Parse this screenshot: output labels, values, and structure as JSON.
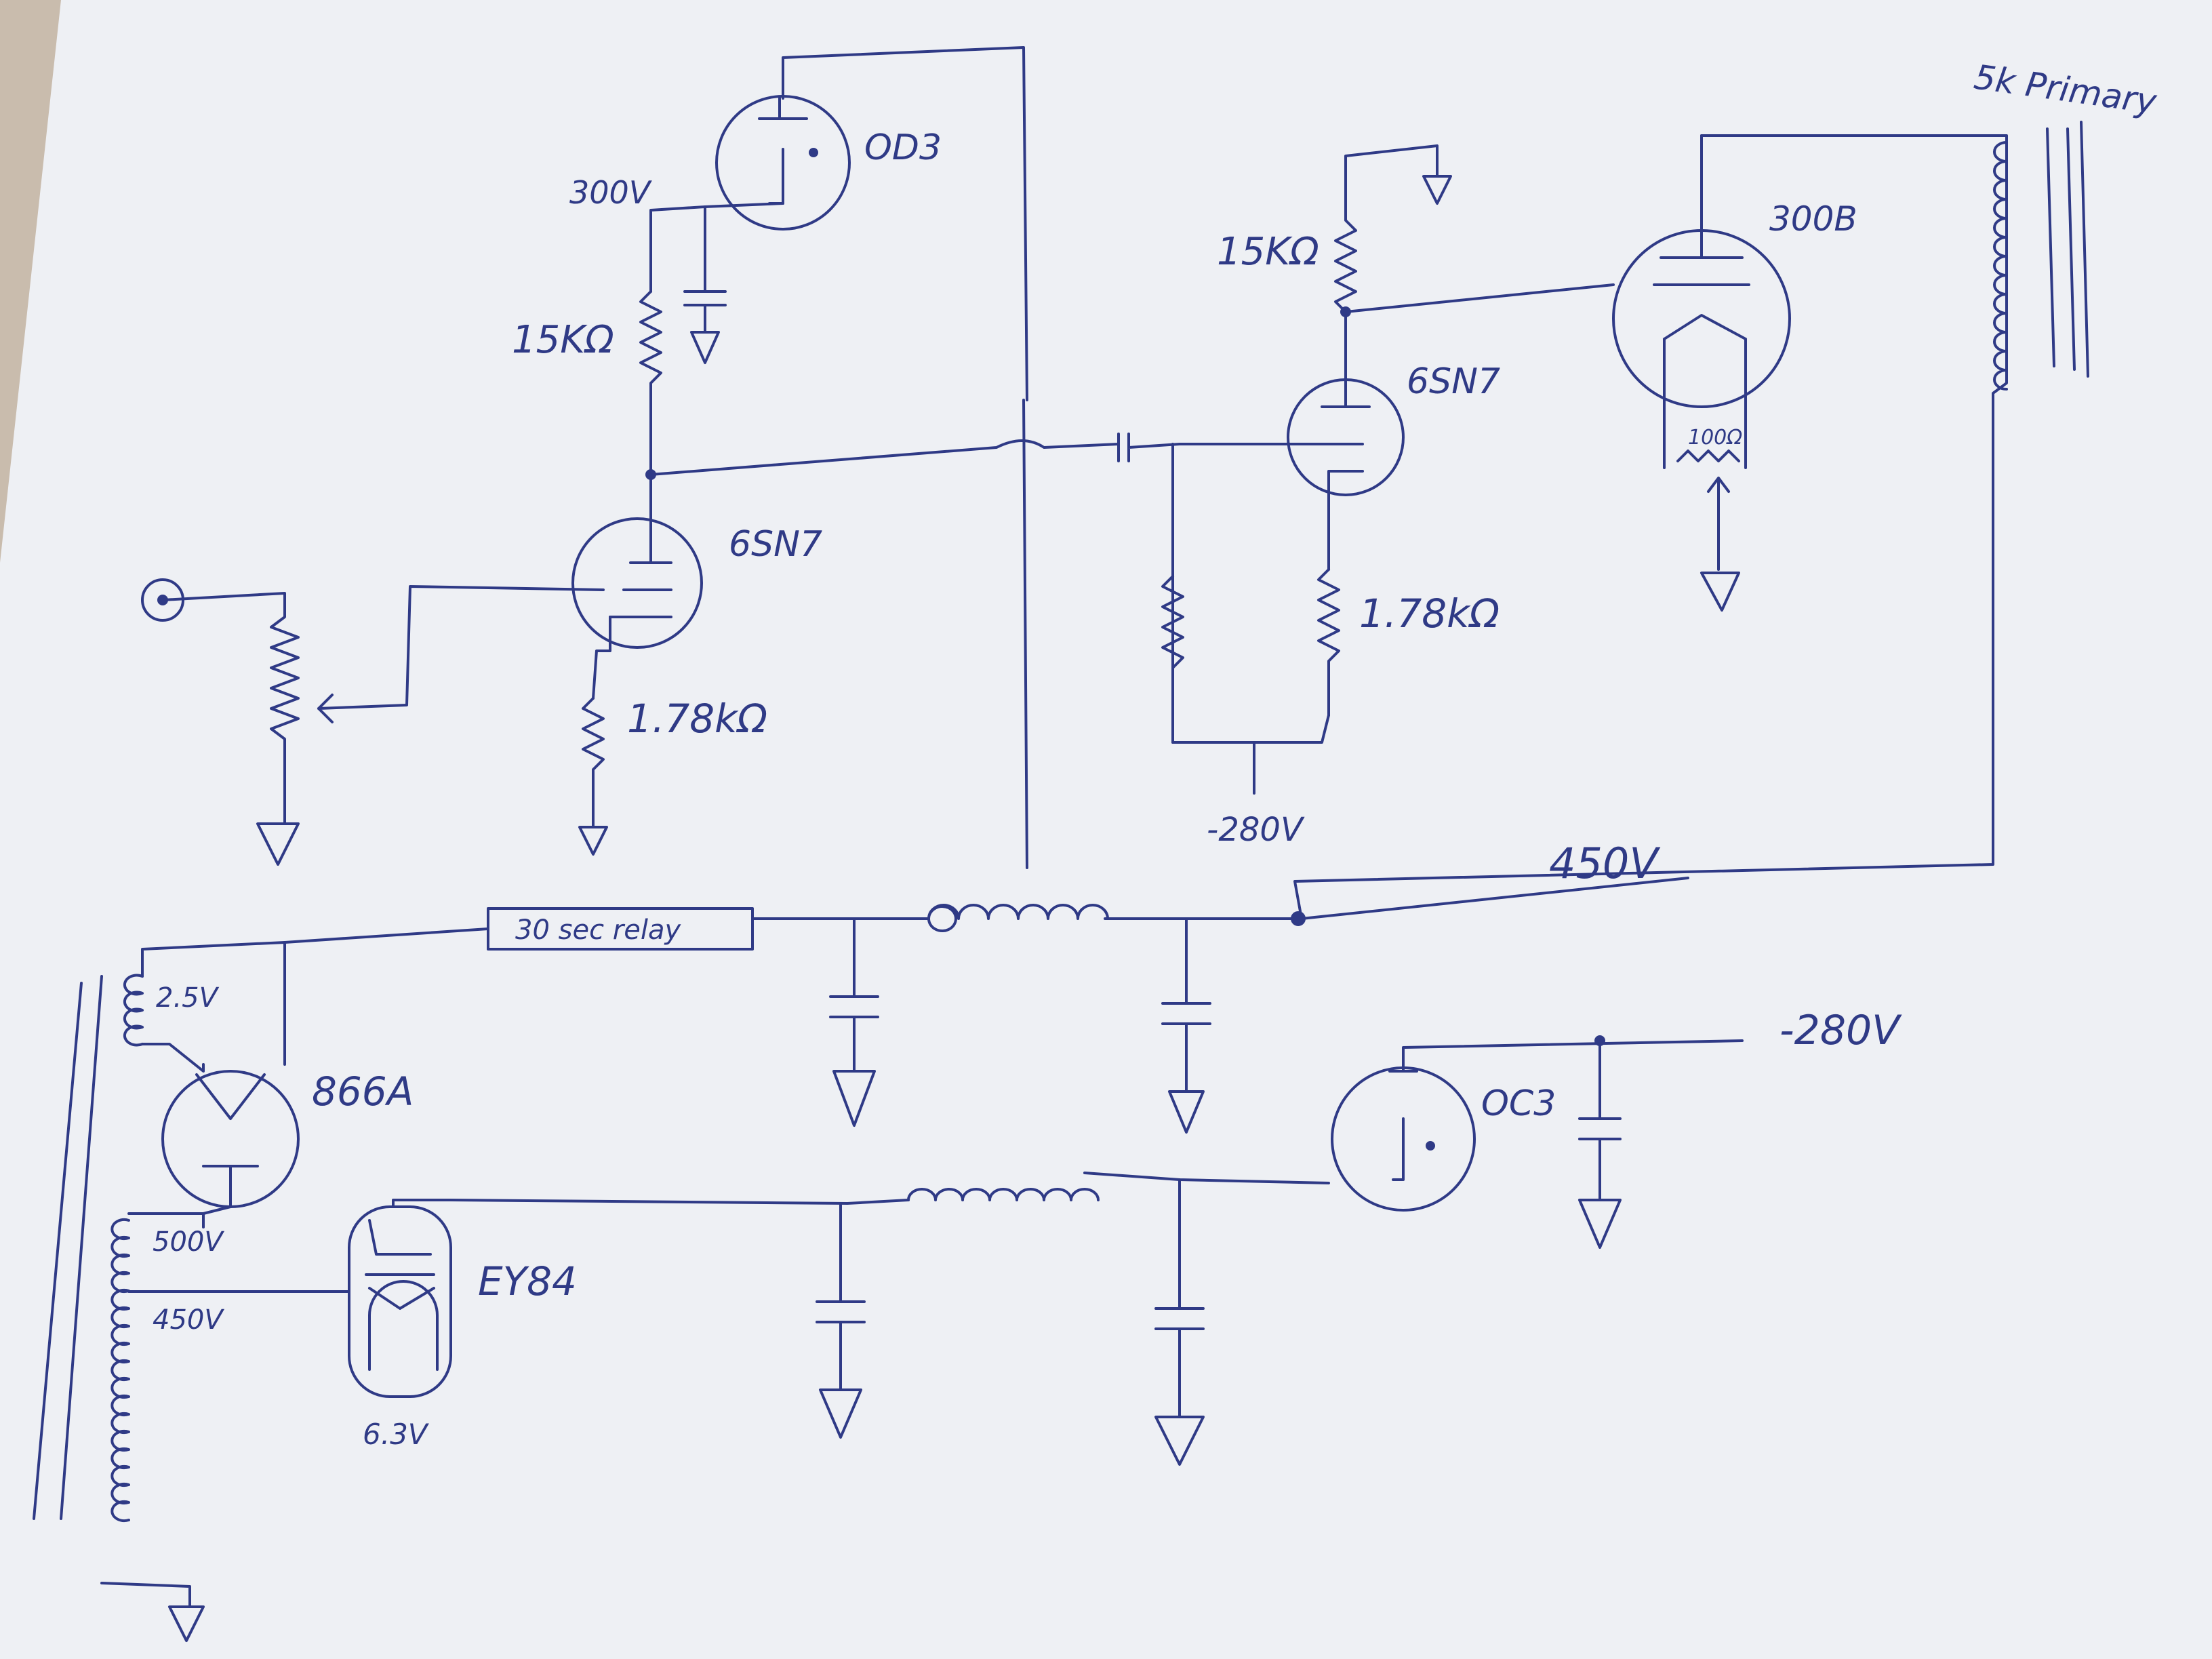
{
  "colors": {
    "paper": "#eef0f4",
    "ink": "#2f3a86",
    "table": "#c9bcad"
  },
  "labels": {
    "od3": "OD3",
    "v300": "300V",
    "r15k_left": "15KΩ",
    "tube_6sn7_left": "6SN7",
    "r178_left": "1.78kΩ",
    "r15k_right": "15KΩ",
    "tube_6sn7_right": "6SN7",
    "r178_right": "1.78kΩ",
    "neg280_bias": "-280V",
    "tube_300b": "300B",
    "r100": "100Ω",
    "primary": "5k Primary",
    "b_plus": "450V",
    "relay": "30 sec relay",
    "tap_25": "2.5V",
    "tube_866a": "866A",
    "tap_500": "500V",
    "tap_450": "450V",
    "tube_ey84": "EY84",
    "tap_63": "6.3V",
    "tube_oc3": "OC3",
    "neg280_out": "-280V"
  }
}
